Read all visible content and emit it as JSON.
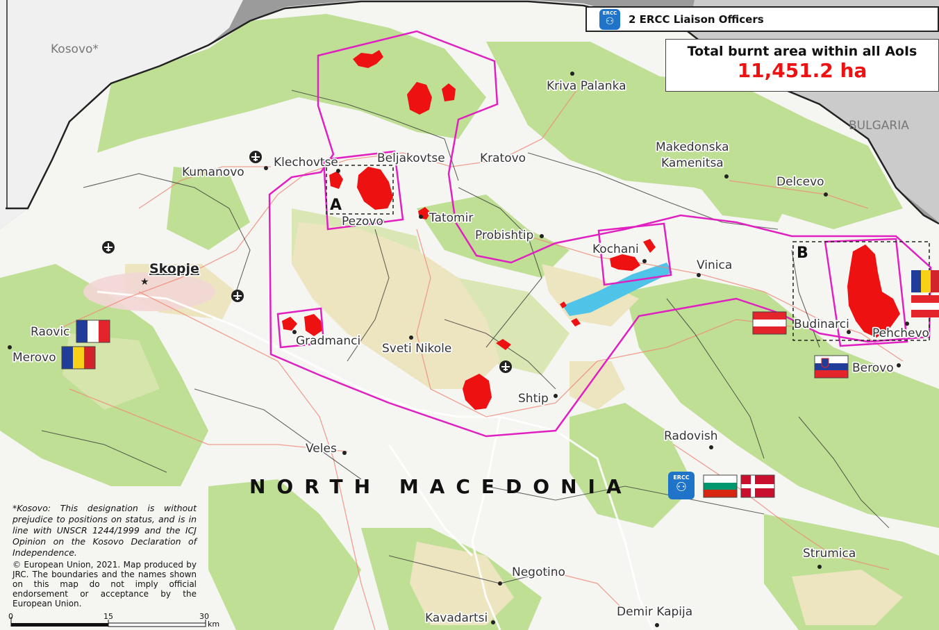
{
  "map": {
    "countries": {
      "kosovo": "Kosovo*",
      "bulgaria": "BULGARIA",
      "main": "NORTH MACEDONIA"
    },
    "capital": "Skopje",
    "places": {
      "kriva_palanka": "Kriva Palanka",
      "kumanovo": "Kumanovo",
      "klechovtse": "Klechovtse",
      "beljakovtse": "Beljakovtse",
      "kratovo": "Kratovo",
      "makedonska_1": "Makedonska",
      "makedonska_2": "Kamenitsa",
      "delcevo": "Delcevo",
      "pezovo": "Pezovo",
      "tatomir": "Tatomir",
      "probishtip": "Probishtip",
      "kochani": "Kochani",
      "vinica": "Vinica",
      "raovic": "Raovic",
      "merovo": "Merovo",
      "gradmanci": "Gradmanci",
      "sveti_nikole": "Sveti Nikole",
      "shtip": "Shtip",
      "budinarci": "Budinarci",
      "pehchevo": "Pehchevo",
      "berovo": "Berovo",
      "radovish": "Radovish",
      "veles": "Veles",
      "strumica": "Strumica",
      "negotino": "Negotino",
      "kavadartsi": "Kavadartsi",
      "demir_kapija": "Demir Kapija"
    },
    "aoi_labels": {
      "a": "A",
      "b": "B"
    },
    "colors": {
      "forest": "#bedf94",
      "agriculture": "#ece5c0",
      "shrub": "#d7e6ae",
      "burnt": "#ee1111",
      "aoi": "#e020c0",
      "water": "#4fc3e8",
      "outside": "#9b9b9b"
    }
  },
  "ercc": {
    "badge": "ERCC",
    "officers": "2 ERCC Liaison Officers"
  },
  "summary": {
    "title": "Total burnt area within all AoIs",
    "value": "11,451.2 ha"
  },
  "disclaimer": {
    "kosovo": "*Kosovo: This designation is without prejudice to positions on status, and is in line with UNSCR 1244/1999 and the ICJ Opinion on the Kosovo Declaration of Independence.",
    "copyright": "© European Union, 2021. Map produced by JRC. The boundaries and the names shown on this map do not imply official endorsement or acceptance by the European Union."
  },
  "scale": {
    "zero": "0",
    "mid": "15",
    "max": "30",
    "unit": "km"
  },
  "flags": [
    "France",
    "Romania",
    "Austria",
    "Slovenia",
    "Bulgaria",
    "Denmark"
  ]
}
